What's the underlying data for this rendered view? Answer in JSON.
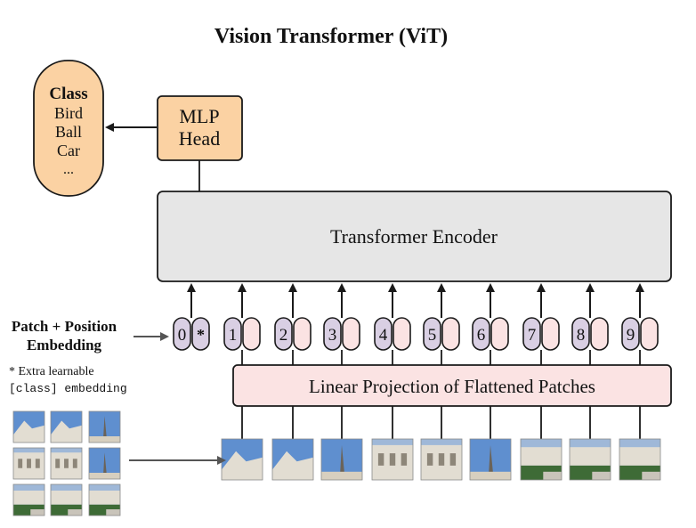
{
  "title": "Vision Transformer (ViT)",
  "class_box": {
    "heading": "Class",
    "items": [
      "Bird",
      "Ball",
      "Car",
      "..."
    ]
  },
  "mlp_head": {
    "line1": "MLP",
    "line2": "Head"
  },
  "encoder": {
    "label": "Transformer Encoder"
  },
  "embedding_label": {
    "line1": "Patch + Position",
    "line2": "Embedding"
  },
  "extra_note": {
    "line1": "* Extra learnable",
    "line2": "[class] embedding"
  },
  "tokens": [
    {
      "position": "0",
      "marker": "*"
    },
    {
      "position": "1",
      "marker": ""
    },
    {
      "position": "2",
      "marker": ""
    },
    {
      "position": "3",
      "marker": ""
    },
    {
      "position": "4",
      "marker": ""
    },
    {
      "position": "5",
      "marker": ""
    },
    {
      "position": "6",
      "marker": ""
    },
    {
      "position": "7",
      "marker": ""
    },
    {
      "position": "8",
      "marker": ""
    },
    {
      "position": "9",
      "marker": ""
    }
  ],
  "projection": {
    "label": "Linear Projection of Flattened Patches"
  },
  "colors": {
    "mlp_fill": "#fbd2a3",
    "encoder_fill": "#e6e6e6",
    "projection_fill": "#fbe3e3",
    "position_fill": "#d9cfe3",
    "patch_fill": "#fbe3e3",
    "stroke": "#1a1a1a",
    "arrow_gray": "#555555",
    "sky": "#5f8fcf",
    "building": "#e2ddd2",
    "tree": "#3e6b36"
  }
}
